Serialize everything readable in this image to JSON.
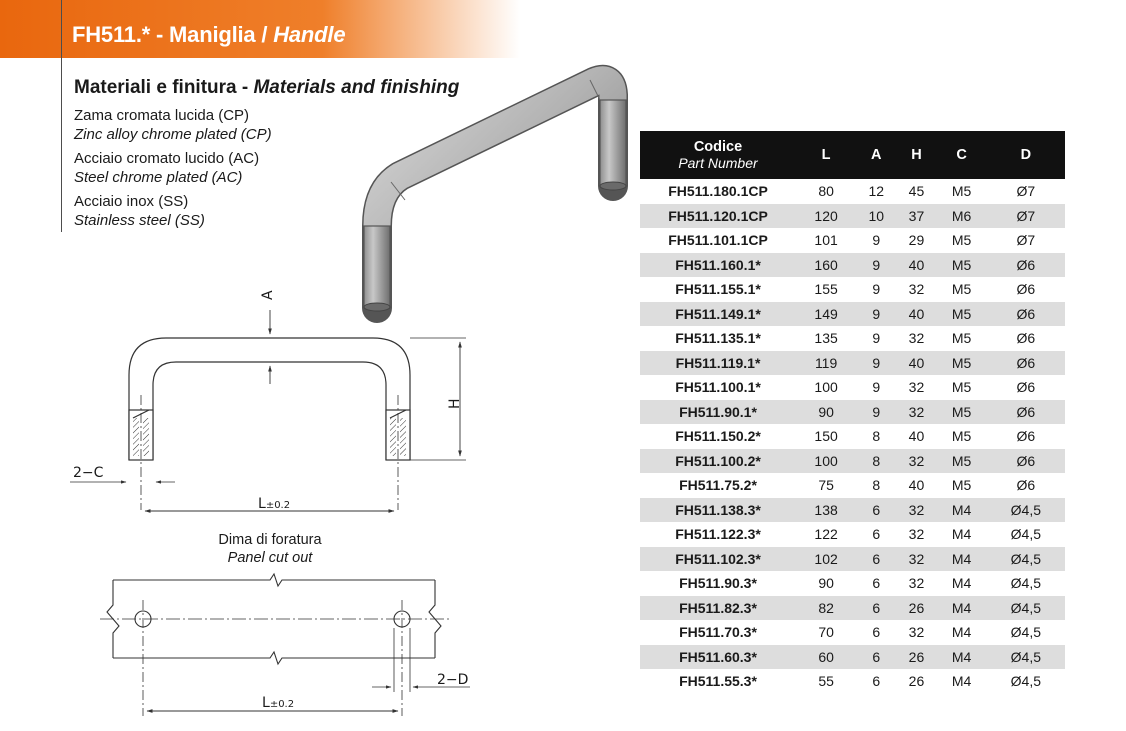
{
  "header": {
    "title_code": "FH511.* - Maniglia / ",
    "title_en": "Handle"
  },
  "materials": {
    "heading_it": "Materiali e finitura - ",
    "heading_en": "Materials and finishing",
    "lines": [
      {
        "it": "Zama cromata lucida (CP)",
        "en": "Zinc alloy chrome plated (CP)"
      },
      {
        "it": "Acciaio cromato lucido (AC)",
        "en": "Steel chrome plated (AC)"
      },
      {
        "it": "Acciaio inox (SS)",
        "en": "Stainless steel (SS)"
      }
    ]
  },
  "drawing": {
    "label_a": "A",
    "label_h": "H",
    "label_2c": "2−C",
    "label_l": "L",
    "tolerance": "±0.2",
    "cutout_title": "Dima di foratura",
    "cutout_subtitle": "Panel cut out",
    "label_2d": "2−D"
  },
  "table": {
    "headers": {
      "code": "Codice",
      "code_sub": "Part Number",
      "l": "L",
      "a": "A",
      "h": "H",
      "c": "C",
      "d": "D"
    },
    "rows": [
      {
        "code": "FH511.180.1CP",
        "L": "80",
        "A": "12",
        "H": "45",
        "C": "M5",
        "D": "Ø7"
      },
      {
        "code": "FH511.120.1CP",
        "L": "120",
        "A": "10",
        "H": "37",
        "C": "M6",
        "D": "Ø7"
      },
      {
        "code": "FH511.101.1CP",
        "L": "101",
        "A": "9",
        "H": "29",
        "C": "M5",
        "D": "Ø7"
      },
      {
        "code": "FH511.160.1*",
        "L": "160",
        "A": "9",
        "H": "40",
        "C": "M5",
        "D": "Ø6"
      },
      {
        "code": "FH511.155.1*",
        "L": "155",
        "A": "9",
        "H": "32",
        "C": "M5",
        "D": "Ø6"
      },
      {
        "code": "FH511.149.1*",
        "L": "149",
        "A": "9",
        "H": "40",
        "C": "M5",
        "D": "Ø6"
      },
      {
        "code": "FH511.135.1*",
        "L": "135",
        "A": "9",
        "H": "32",
        "C": "M5",
        "D": "Ø6"
      },
      {
        "code": "FH511.119.1*",
        "L": "119",
        "A": "9",
        "H": "40",
        "C": "M5",
        "D": "Ø6"
      },
      {
        "code": "FH511.100.1*",
        "L": "100",
        "A": "9",
        "H": "32",
        "C": "M5",
        "D": "Ø6"
      },
      {
        "code": "FH511.90.1*",
        "L": "90",
        "A": "9",
        "H": "32",
        "C": "M5",
        "D": "Ø6"
      },
      {
        "code": "FH511.150.2*",
        "L": "150",
        "A": "8",
        "H": "40",
        "C": "M5",
        "D": "Ø6"
      },
      {
        "code": "FH511.100.2*",
        "L": "100",
        "A": "8",
        "H": "32",
        "C": "M5",
        "D": "Ø6"
      },
      {
        "code": "FH511.75.2*",
        "L": "75",
        "A": "8",
        "H": "40",
        "C": "M5",
        "D": "Ø6"
      },
      {
        "code": "FH511.138.3*",
        "L": "138",
        "A": "6",
        "H": "32",
        "C": "M4",
        "D": "Ø4,5"
      },
      {
        "code": "FH511.122.3*",
        "L": "122",
        "A": "6",
        "H": "32",
        "C": "M4",
        "D": "Ø4,5"
      },
      {
        "code": "FH511.102.3*",
        "L": "102",
        "A": "6",
        "H": "32",
        "C": "M4",
        "D": "Ø4,5"
      },
      {
        "code": "FH511.90.3*",
        "L": "90",
        "A": "6",
        "H": "32",
        "C": "M4",
        "D": "Ø4,5"
      },
      {
        "code": "FH511.82.3*",
        "L": "82",
        "A": "6",
        "H": "26",
        "C": "M4",
        "D": "Ø4,5"
      },
      {
        "code": "FH511.70.3*",
        "L": "70",
        "A": "6",
        "H": "32",
        "C": "M4",
        "D": "Ø4,5"
      },
      {
        "code": "FH511.60.3*",
        "L": "60",
        "A": "6",
        "H": "26",
        "C": "M4",
        "D": "Ø4,5"
      },
      {
        "code": "FH511.55.3*",
        "L": "55",
        "A": "6",
        "H": "26",
        "C": "M4",
        "D": "Ø4,5"
      }
    ]
  },
  "colors": {
    "accent": "#e9670e",
    "header_bg": "#111111",
    "row_alt": "#dddddd"
  }
}
